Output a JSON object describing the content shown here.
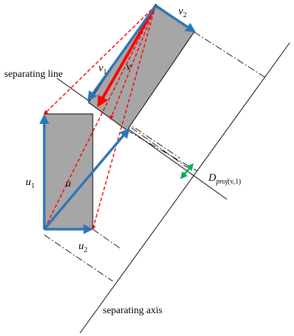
{
  "labels": {
    "separating_line": "separating line",
    "separating_axis": "separating axis",
    "v1_main": "v",
    "v1_sub": "1",
    "v2_main": "v",
    "v2_sub": "2",
    "v_main": "v",
    "u1_main": "u",
    "u1_sub": "1",
    "u2_main": "u",
    "u2_sub": "2",
    "u_main": "u",
    "d_main": "D",
    "d_sub_proj": "proj",
    "d_sub_args": "(v,1)"
  },
  "colors": {
    "box_fill": "#a6a6a6",
    "blue": "#2e75b6",
    "red": "#ff0000",
    "green": "#00b050",
    "black": "#000000"
  }
}
